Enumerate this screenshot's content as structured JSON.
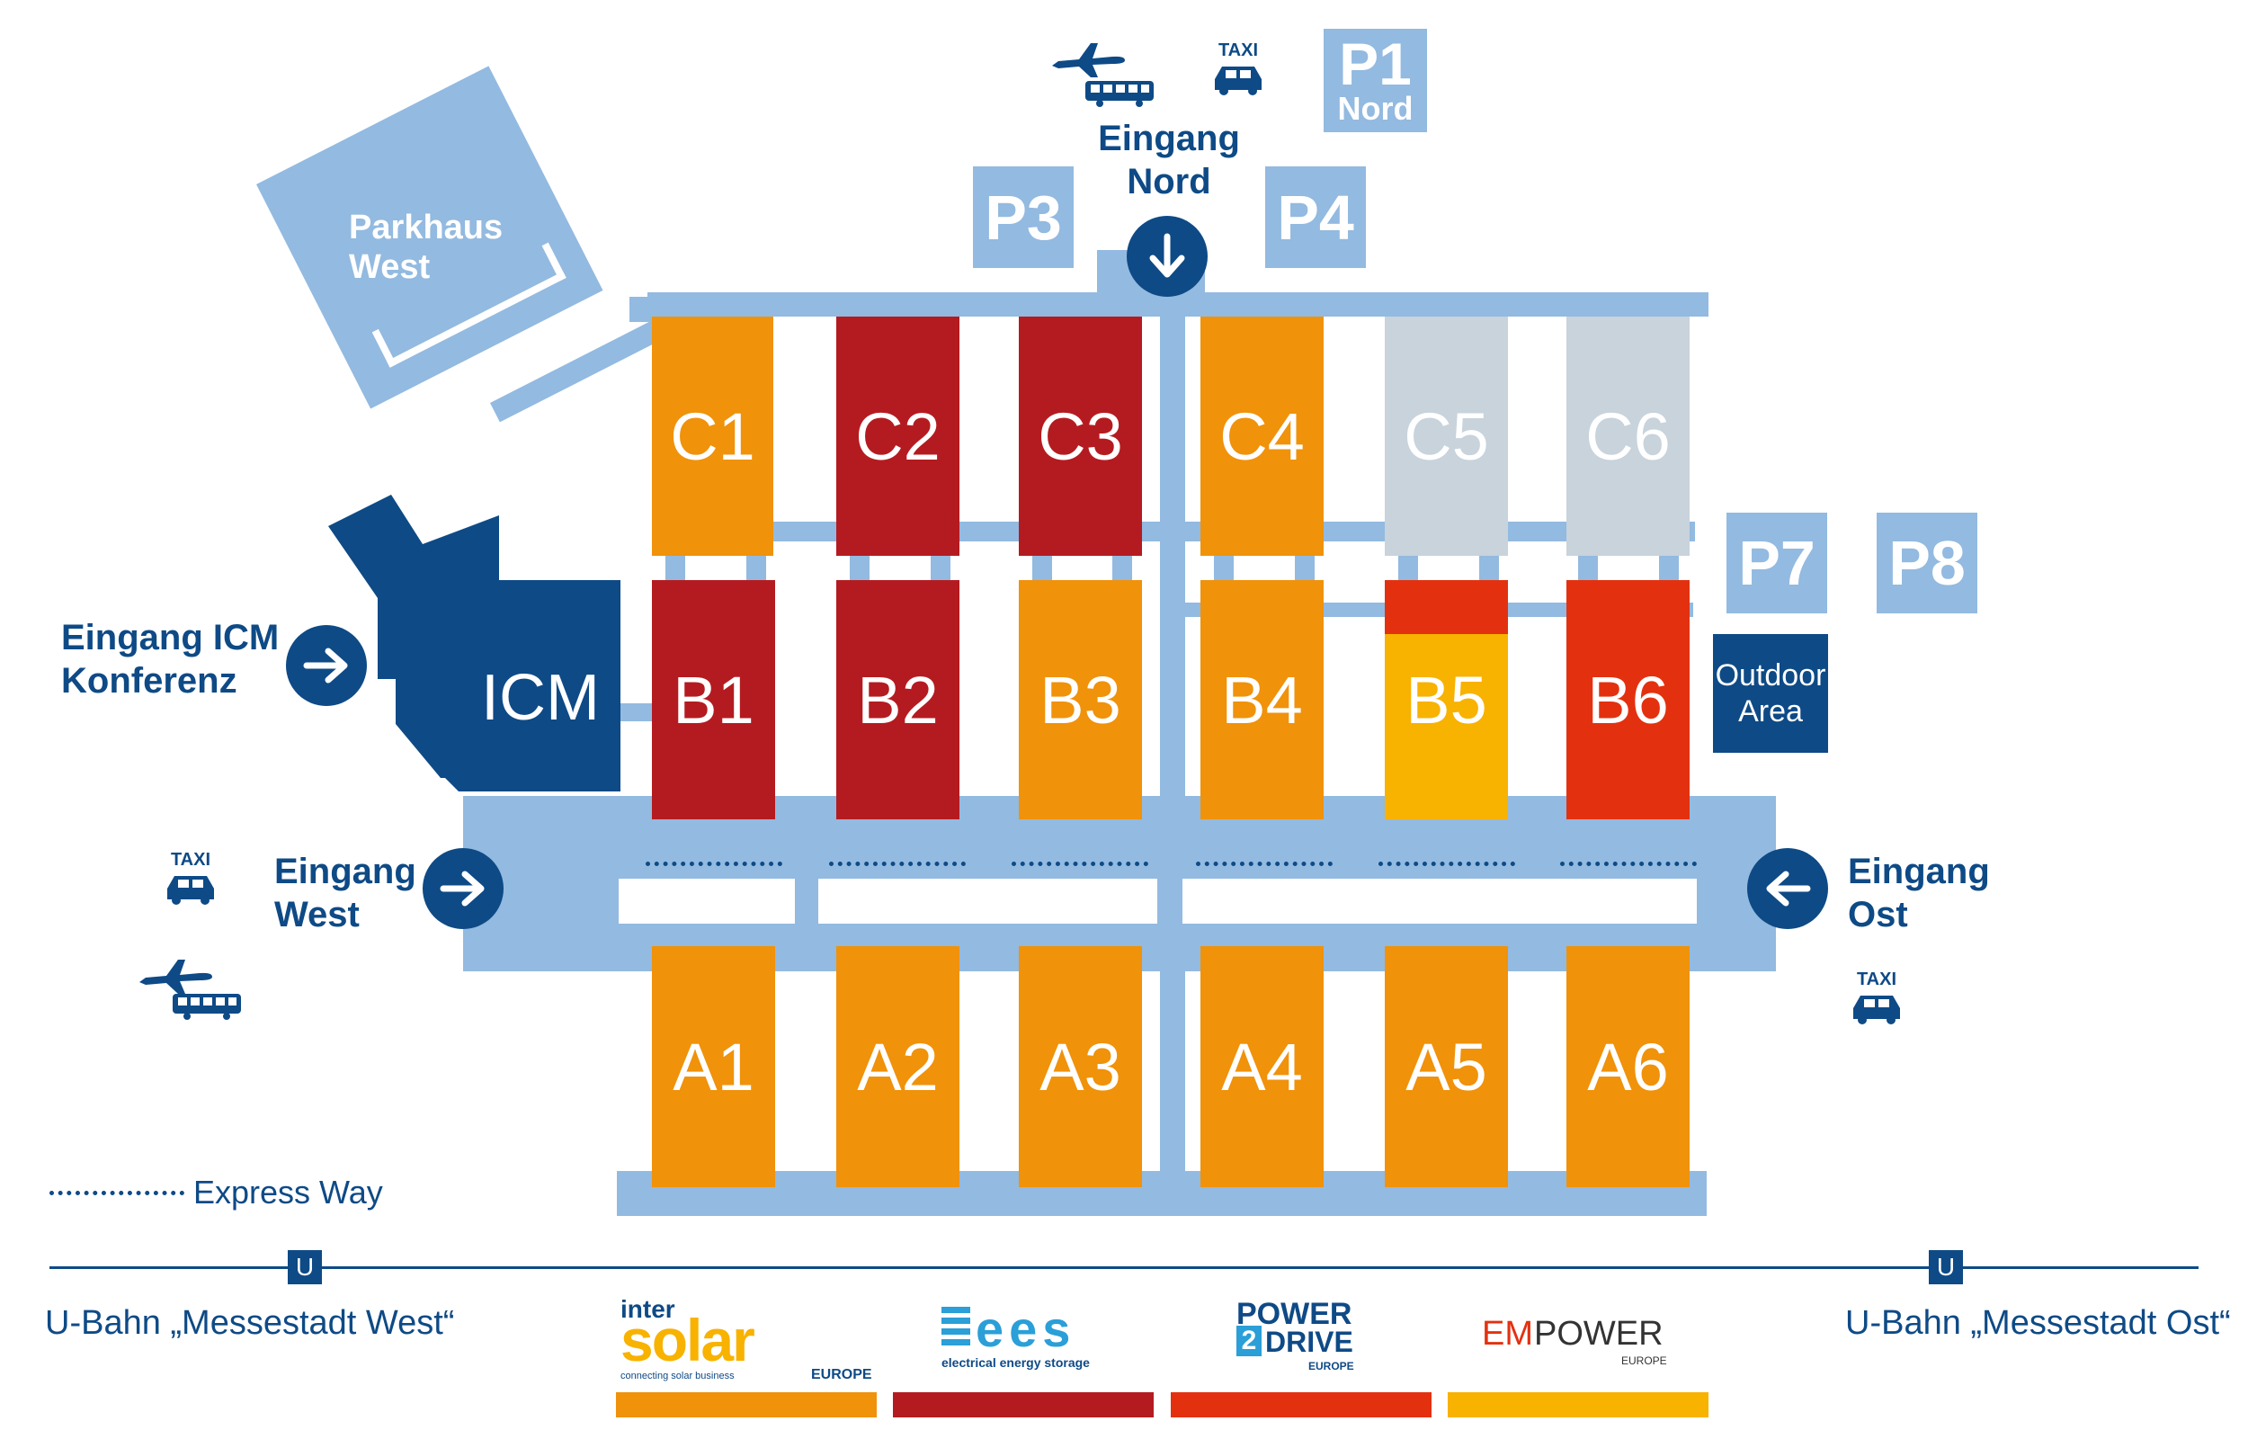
{
  "entrances": {
    "north": {
      "line1": "Eingang",
      "line2": "Nord"
    },
    "west": {
      "line1": "Eingang",
      "line2": "West"
    },
    "east": {
      "line1": "Eingang",
      "line2": "Ost"
    },
    "icm": {
      "line1": "Eingang ICM",
      "line2": "Konferenz"
    }
  },
  "parking": {
    "p1": {
      "line1": "P1",
      "line2": "Nord"
    },
    "p3": "P3",
    "p4": "P4",
    "p7": "P7",
    "p8": "P8"
  },
  "parkhaus": {
    "line1": "Parkhaus",
    "line2": "West"
  },
  "icm_label": "ICM",
  "outdoor": {
    "line1": "Outdoor",
    "line2": "Area"
  },
  "halls": {
    "row_c": [
      "C1",
      "C2",
      "C3",
      "C4",
      "C5",
      "C6"
    ],
    "row_b": [
      "B1",
      "B2",
      "B3",
      "B4",
      "B5",
      "B6"
    ],
    "row_a": [
      "A1",
      "A2",
      "A3",
      "A4",
      "A5",
      "A6"
    ]
  },
  "taxi_label": "TAXI",
  "legend": {
    "express_way": "Express Way"
  },
  "ubahn": {
    "symbol": "U",
    "west": "U-Bahn „Messestadt West“",
    "east": "U-Bahn „Messestadt Ost“"
  },
  "logos": {
    "intersolar": {
      "top": "inter",
      "main": "solar",
      "tagline": "connecting solar business",
      "region": "EUROPE"
    },
    "ees": {
      "main": "ees",
      "tagline": "electrical energy storage"
    },
    "power2drive": {
      "line1": "POWER",
      "line2a": "2",
      "line2b": "DRIVE",
      "region": "EUROPE"
    },
    "empower": {
      "part1": "EM",
      "part2": "POWER",
      "region": "EUROPE"
    }
  },
  "colors": {
    "path": "#93bae0",
    "navy": "#0e4a86",
    "intersolar": "#f0920a",
    "ees": "#b41b20",
    "power2drive": "#e33110",
    "empower": "#f8b200",
    "inactive": "#c8d3dc"
  },
  "icons": [
    "airplane-icon",
    "bus-icon",
    "taxi-icon",
    "arrow-down-icon",
    "arrow-right-icon",
    "arrow-left-icon"
  ]
}
